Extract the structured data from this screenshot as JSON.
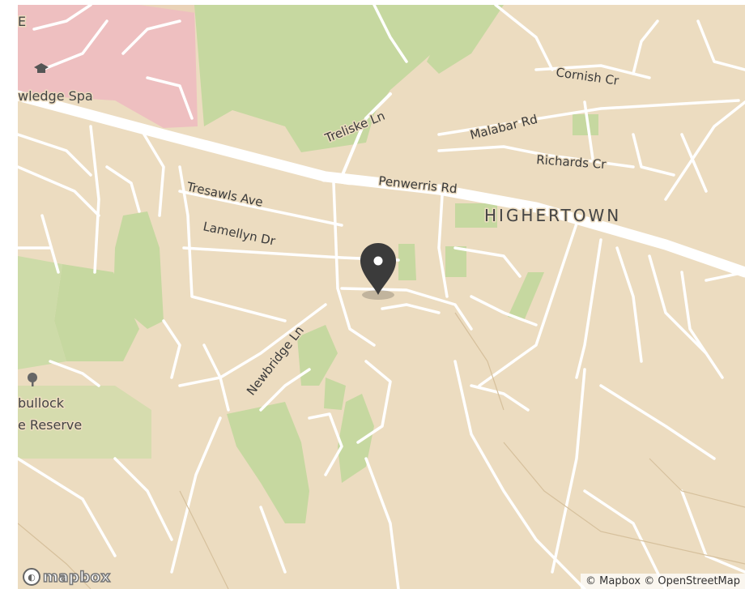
{
  "place_labels": {
    "highertown": "HIGHERTOWN"
  },
  "road_labels": {
    "treliske_ln": "Treliske Ln",
    "cornish_cr": "Cornish Cr",
    "malabar_rd": "Malabar Rd",
    "richards_cr": "Richards Cr",
    "penwerris_rd": "Penwerris Rd",
    "tresawls_ave": "Tresawls Ave",
    "lamellyn_dr": "Lamellyn Dr",
    "newbridge_ln": "Newbridge Ln"
  },
  "poi_labels": {
    "knowledge_spa": "wledge Spa",
    "reserve_line1": "bullock",
    "reserve_line2": "e Reserve",
    "corner_fragment": "E"
  },
  "branding": {
    "logo_text": "mapbox"
  },
  "attribution": {
    "text": "© Mapbox © OpenStreetMap"
  },
  "marker": {
    "label": ""
  },
  "colors": {
    "land": "#ecdcc0",
    "park": "#c6d8a0",
    "urban": "#eebfc0",
    "road": "#ffffff",
    "marker": "#3b3b3b"
  }
}
